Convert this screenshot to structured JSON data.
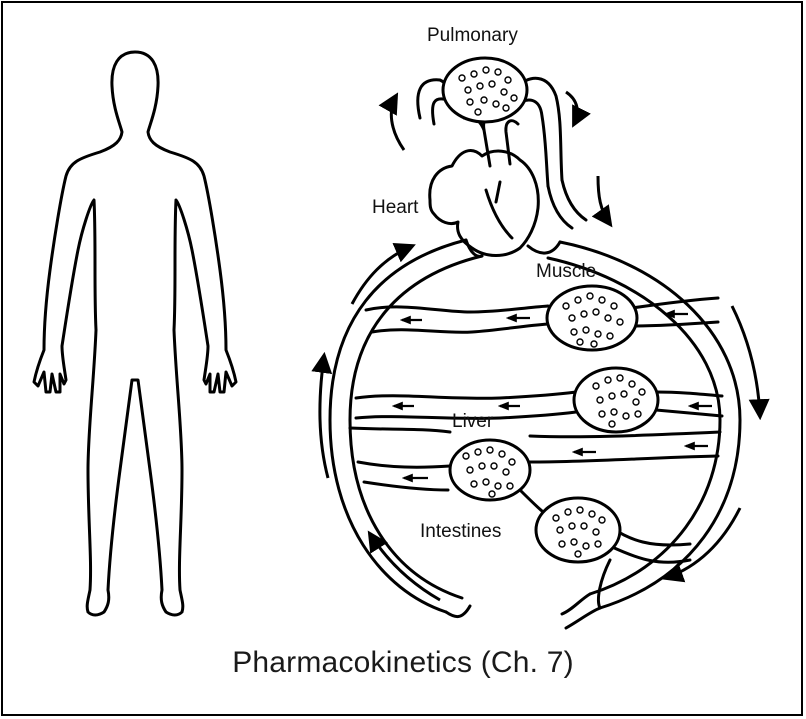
{
  "labels": {
    "pulmonary": "Pulmonary",
    "heart": "Heart",
    "muscle": "Muscle",
    "liver": "Liver",
    "intestines": "Intestines"
  },
  "caption": "Pharmacokinetics (Ch. 7)",
  "colors": {
    "line": "#000000",
    "background": "#ffffff"
  },
  "icons": [
    "human-silhouette-icon",
    "circulation-diagram",
    "flow-arrow-icon"
  ]
}
